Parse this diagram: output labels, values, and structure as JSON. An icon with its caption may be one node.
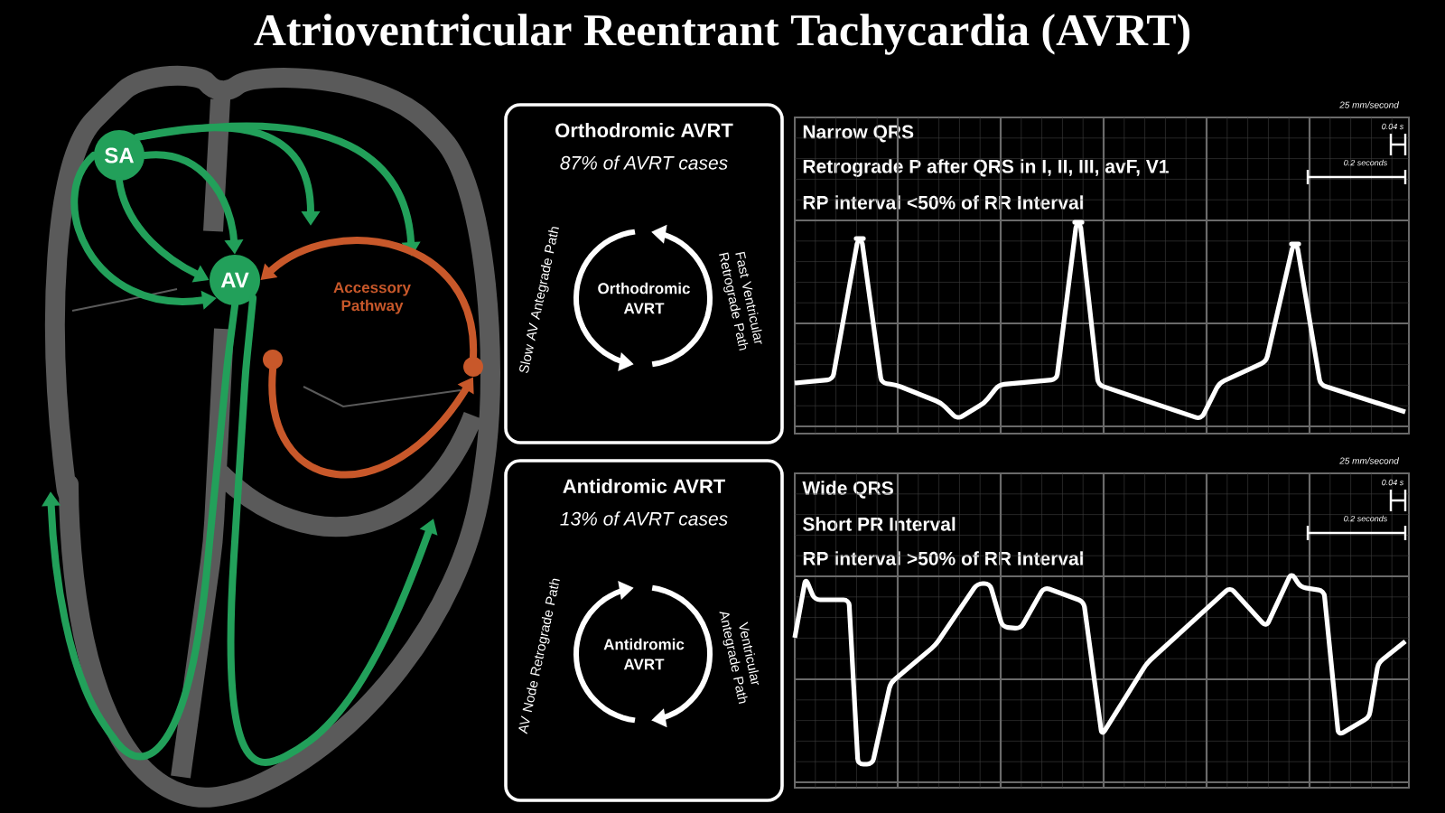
{
  "diagram": {
    "title": "Atrioventricular Reentrant Tachycardia (AVRT)",
    "nodes": [
      {
        "text": [
          "SA"
        ]
      },
      {
        "text": [
          "AV"
        ]
      },
      {
        "text": [],
        "shape": "circle"
      },
      {
        "text": [],
        "shape": "circle"
      },
      {
        "text": [
          "Orthodromic AVRT",
          "87% of AVRT cases"
        ]
      },
      {
        "text": [
          "Orthodromic AVRT"
        ],
        "in": 4
      },
      {
        "text": [
          "Narrow QRS",
          "Retrograde P after QRS in I, II, III, avF, V1",
          "RP interval <50% of RR Interval"
        ]
      },
      {
        "text": [
          "Antidromic AVRT",
          "13% of AVRT cases"
        ]
      },
      {
        "text": [
          "Antidromic AVRT"
        ],
        "in": 7
      },
      {
        "text": [
          "Wide QRS",
          "Short PR Interval",
          "RP interval >50% of RR Interval"
        ]
      }
    ],
    "edges": [
      {
        "from": 0,
        "to": 1,
        "arrow": "to"
      },
      {
        "from": 0,
        "to": 1,
        "arrow": "to"
      },
      {
        "from": 0,
        "to": 1,
        "arrow": "to"
      },
      {
        "from": 0,
        "to": null,
        "arrow": "to"
      },
      {
        "from": 0,
        "to": null,
        "arrow": "to"
      },
      {
        "from": 1,
        "to": null,
        "arrow": "to"
      },
      {
        "from": 1,
        "to": null,
        "arrow": "to"
      },
      {
        "from": 3,
        "to": 1,
        "arrow": "to",
        "color": "#c8582a"
      },
      {
        "from": 2,
        "to": 3,
        "arrow": "to",
        "color": "#c8582a"
      }
    ],
    "labels": [
      "Accessory Pathway",
      "Slow AV Antegrade Path",
      "Fast Ventricular Retrograde Path",
      "25 mm/second",
      "0.04 s",
      "0.2 seconds",
      "AV Node Retrograde Path",
      "Ventricular Antegrade Path",
      "25 mm/second",
      "0.04 s",
      "0.2 seconds"
    ]
  }
}
